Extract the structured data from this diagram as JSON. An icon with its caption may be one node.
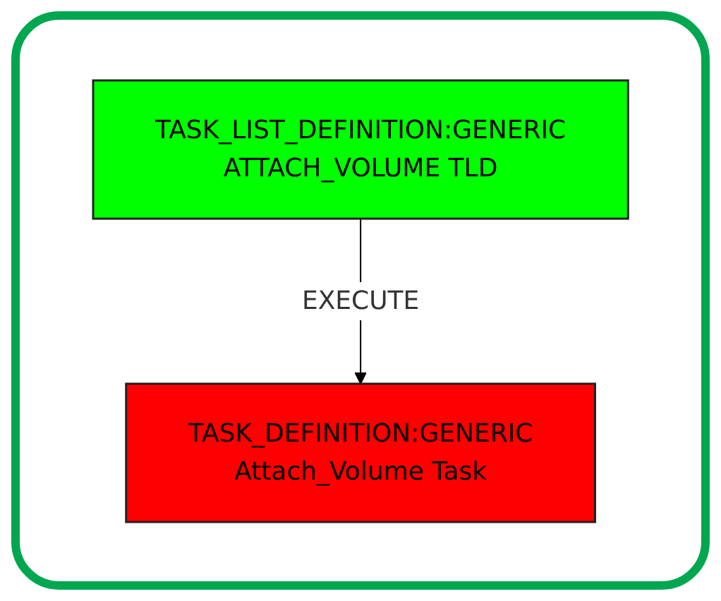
{
  "diagram": {
    "nodes": [
      {
        "text": [
          "TASK_LIST_DEFINITION:GENERIC",
          "ATTACH_VOLUME TLD"
        ]
      },
      {
        "text": [
          "TASK_DEFINITION:GENERIC",
          "Attach_Volume Task"
        ]
      }
    ],
    "edges": [
      {
        "from": 0,
        "to": 1,
        "arrow": "to",
        "label": "EXECUTE"
      }
    ]
  }
}
